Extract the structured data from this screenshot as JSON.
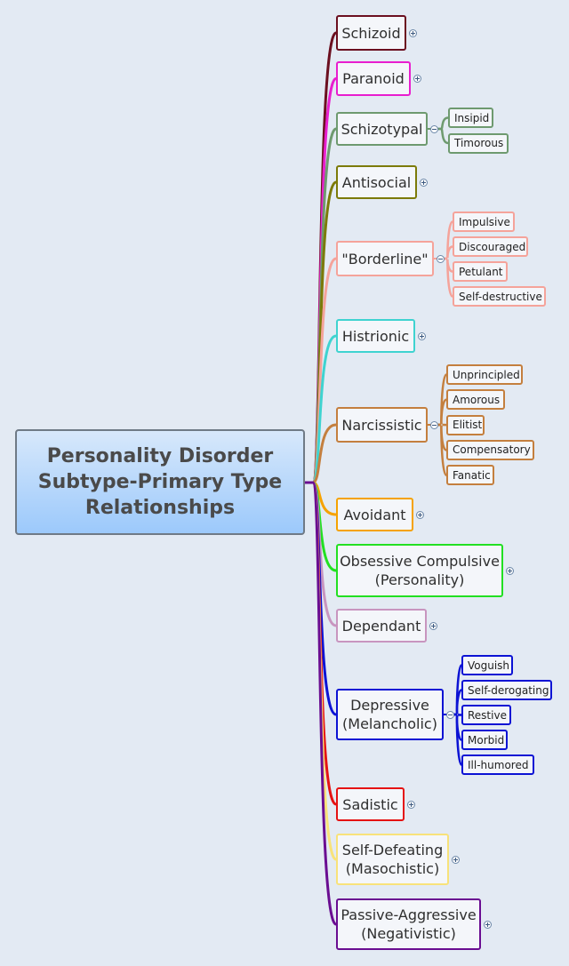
{
  "root": {
    "title_lines": [
      "Personality Disorder",
      "Subtype-Primary Type",
      "Relationships"
    ]
  },
  "topics": [
    {
      "id": "schizoid",
      "lines": [
        "Schizoid"
      ],
      "color": "#6b0f1f",
      "expanded": false,
      "subtopics": []
    },
    {
      "id": "paranoid",
      "lines": [
        "Paranoid"
      ],
      "color": "#e81ecf",
      "expanded": false,
      "subtopics": []
    },
    {
      "id": "schizotypal",
      "lines": [
        "Schizotypal"
      ],
      "color": "#6e9a6f",
      "expanded": true,
      "subtopics": [
        "Insipid",
        "Timorous"
      ]
    },
    {
      "id": "antisocial",
      "lines": [
        "Antisocial"
      ],
      "color": "#7c7a08",
      "expanded": false,
      "subtopics": []
    },
    {
      "id": "borderline",
      "lines": [
        "\"Borderline\""
      ],
      "color": "#f5a39a",
      "expanded": true,
      "subtopics": [
        "Impulsive",
        "Discouraged",
        "Petulant",
        "Self-destructive"
      ]
    },
    {
      "id": "histrionic",
      "lines": [
        "Histrionic"
      ],
      "color": "#3fd3d0",
      "expanded": false,
      "subtopics": []
    },
    {
      "id": "narcissistic",
      "lines": [
        "Narcissistic"
      ],
      "color": "#c47f3e",
      "expanded": true,
      "subtopics": [
        "Unprincipled",
        "Amorous",
        "Elitist",
        "Compensatory",
        "Fanatic"
      ]
    },
    {
      "id": "avoidant",
      "lines": [
        "Avoidant"
      ],
      "color": "#f5a200",
      "expanded": false,
      "subtopics": []
    },
    {
      "id": "obsessive-compulsive",
      "lines": [
        "Obsessive Compulsive",
        "(Personality)"
      ],
      "color": "#22e022",
      "expanded": false,
      "subtopics": []
    },
    {
      "id": "dependant",
      "lines": [
        "Dependant"
      ],
      "color": "#c895bf",
      "expanded": false,
      "subtopics": []
    },
    {
      "id": "depressive",
      "lines": [
        "Depressive",
        "(Melancholic)"
      ],
      "color": "#0c13d4",
      "expanded": true,
      "subtopics": [
        "Voguish",
        "Self-derogating",
        "Restive",
        "Morbid",
        "Ill-humored"
      ]
    },
    {
      "id": "sadistic",
      "lines": [
        "Sadistic"
      ],
      "color": "#e51212",
      "expanded": false,
      "subtopics": []
    },
    {
      "id": "self-defeating",
      "lines": [
        "Self-Defeating",
        "(Masochistic)"
      ],
      "color": "#f8e27a",
      "expanded": false,
      "subtopics": []
    },
    {
      "id": "passive-aggressive",
      "lines": [
        "Passive-Aggressive",
        "(Negativistic)"
      ],
      "color": "#6a0d91",
      "expanded": false,
      "subtopics": []
    }
  ]
}
